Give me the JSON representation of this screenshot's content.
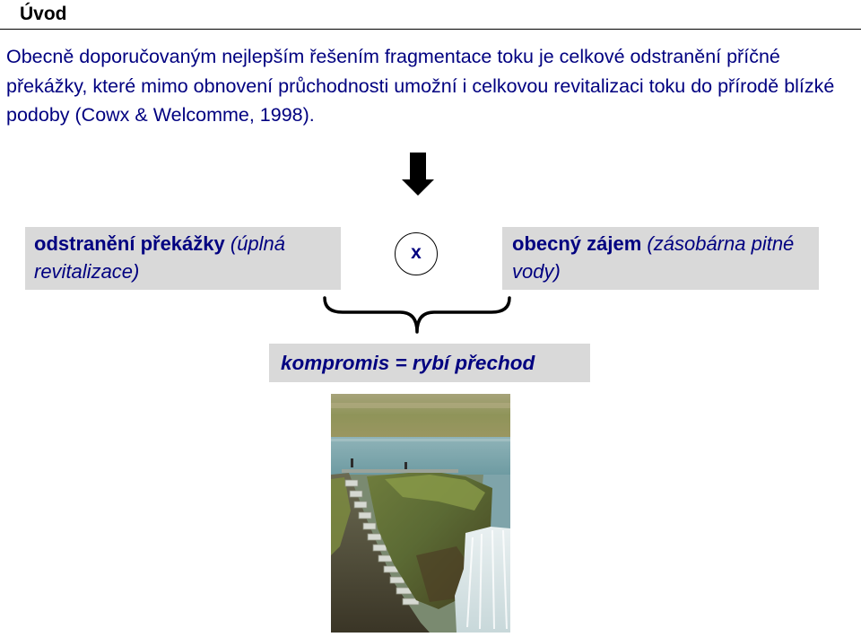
{
  "slide": {
    "title": "Úvod",
    "paragraph": "Obecně doporučovaným nejlepším řešením fragmentace toku je celkové odstranění příčné překážky, které mimo obnovení průchodnosti umožní i celkovou revitalizaci toku do přírodě blízké podoby (Cowx & Welcomme, 1998).",
    "left_box": {
      "bold": "odstranění překážky",
      "italic": "(úplná revitalizace)"
    },
    "versus": "x",
    "right_box": {
      "bold": "obecný zájem",
      "italic": "(zásobárna pitné vody)"
    },
    "compromise": "kompromis = rybí přechod",
    "photo_subject": "fish-pass-photo"
  },
  "colors": {
    "text": "#000080",
    "box_fill": "#d9d9d9",
    "arrow": "#000000"
  }
}
